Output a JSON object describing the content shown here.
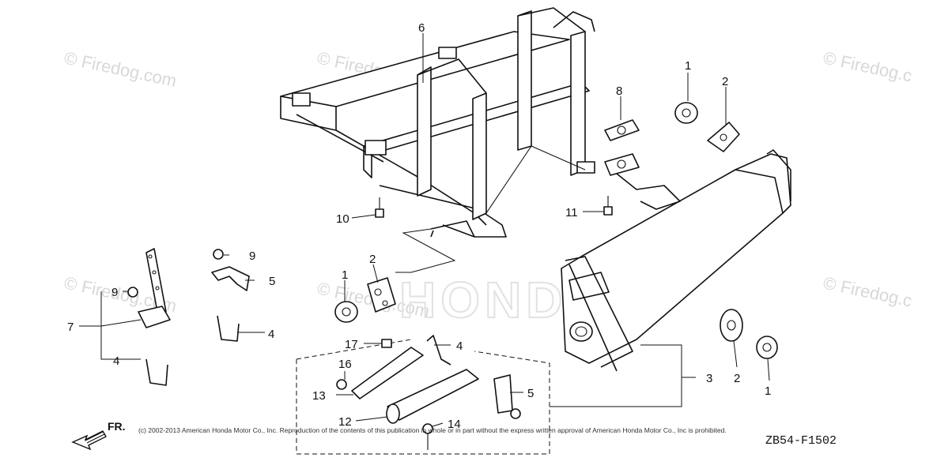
{
  "watermarks": {
    "firedog_tl": "© Firedog.com",
    "firedog_tm": "© Firedog.com",
    "firedog_tr": "© Firedog.c",
    "firedog_ml": "© Firedog.com",
    "firedog_mid": "© Firedog.com",
    "firedog_mr": "© Firedog.c",
    "honda": "HONDA"
  },
  "callouts": {
    "c1_top": "1",
    "c2_top": "2",
    "c6": "6",
    "c8": "8",
    "c10": "10",
    "c11": "11",
    "c9_a": "9",
    "c5_a": "5",
    "c4_a": "4",
    "c9_b": "9",
    "c7": "7",
    "c4_b": "4",
    "c2_mid": "2",
    "c1_mid": "1",
    "c17": "17",
    "c4_c": "4",
    "c16": "16",
    "c13": "13",
    "c12": "12",
    "c14": "14",
    "c5_b": "5",
    "c3": "3",
    "c2_right": "2",
    "c1_right": "1"
  },
  "footer": {
    "copyright": "(c) 2002-2013 American Honda Motor Co., Inc. Reproduction of the contents of this publication in whole or in part without the express written approval of American Honda Motor Co., Inc is prohibited.",
    "diagram_code": "ZB54-F1502",
    "front_indicator": "FR."
  }
}
